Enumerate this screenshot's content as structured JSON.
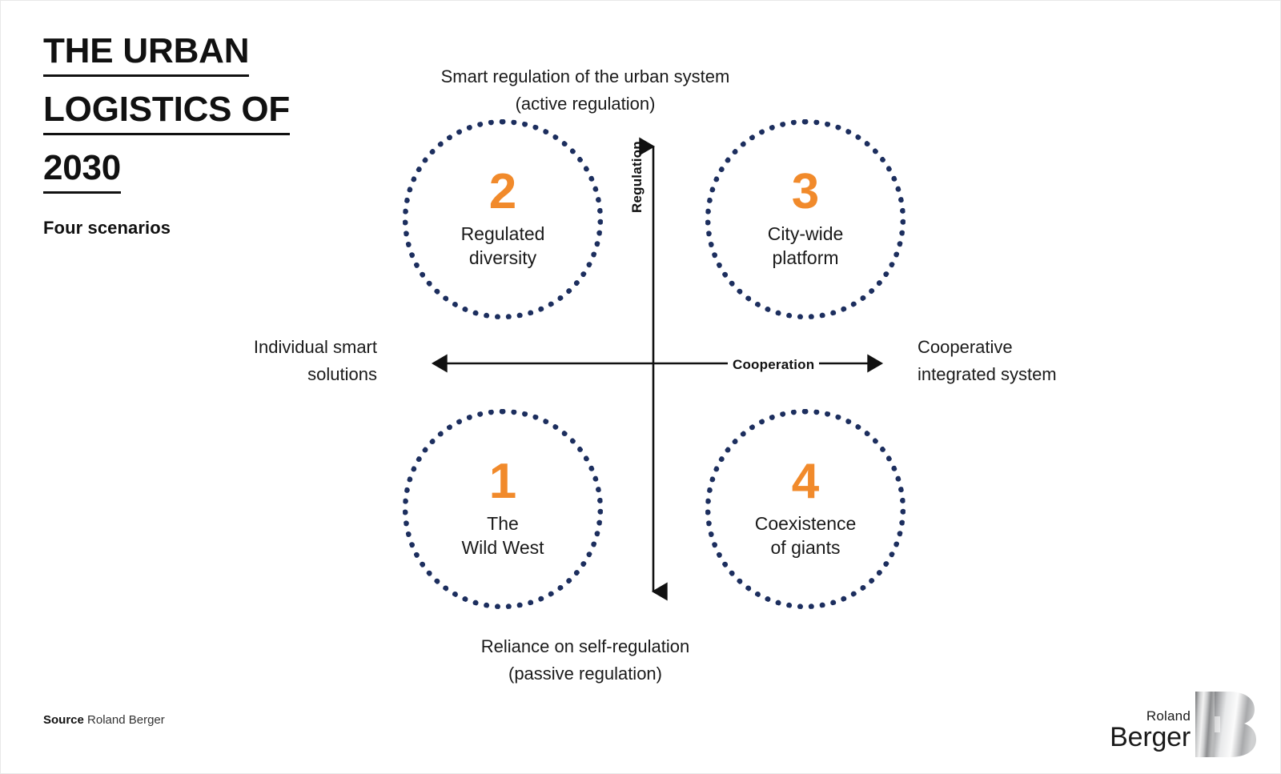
{
  "title": {
    "lines": [
      "THE URBAN",
      "LOGISTICS OF",
      "2030"
    ],
    "subtitle": "Four scenarios"
  },
  "axes": {
    "vertical_label": "Regulation",
    "horizontal_label": "Cooperation",
    "top_pole": "Smart regulation of the urban system\n(active regulation)",
    "bottom_pole": "Reliance on self-regulation\n(passive regulation)",
    "left_pole": "Individual smart\nsolutions",
    "right_pole": "Cooperative\nintegrated system"
  },
  "scenarios": [
    {
      "number": "2",
      "name": "Regulated\ndiversity",
      "quadrant": "top-left"
    },
    {
      "number": "3",
      "name": "City-wide\nplatform",
      "quadrant": "top-right"
    },
    {
      "number": "1",
      "name": "The\nWild West",
      "quadrant": "bottom-left"
    },
    {
      "number": "4",
      "name": "Coexistence\nof giants",
      "quadrant": "bottom-right"
    }
  ],
  "footer": {
    "source_key": "Source",
    "source_value": "Roland Berger"
  },
  "logo": {
    "line1": "Roland",
    "line2": "Berger",
    "mark": "B"
  },
  "colors": {
    "accent_orange": "#f18a2b",
    "navy": "#1c2e5e",
    "text": "#1a1a1a",
    "background": "#ffffff"
  },
  "chart_data": {
    "type": "scatter",
    "title": "THE URBAN LOGISTICS OF 2030 — Four scenarios",
    "xlabel": "Cooperation",
    "ylabel": "Regulation",
    "xlim": [
      "Individual smart solutions",
      "Cooperative integrated system"
    ],
    "ylim": [
      "Reliance on self-regulation (passive regulation)",
      "Smart regulation of the urban system (active regulation)"
    ],
    "grid": false,
    "legend": "none",
    "points": [
      {
        "label": "The Wild West",
        "number": 1,
        "x": -1,
        "y": -1
      },
      {
        "label": "Regulated diversity",
        "number": 2,
        "x": -1,
        "y": 1
      },
      {
        "label": "City-wide platform",
        "number": 3,
        "x": 1,
        "y": 1
      },
      {
        "label": "Coexistence of giants",
        "number": 4,
        "x": 1,
        "y": -1
      }
    ]
  }
}
